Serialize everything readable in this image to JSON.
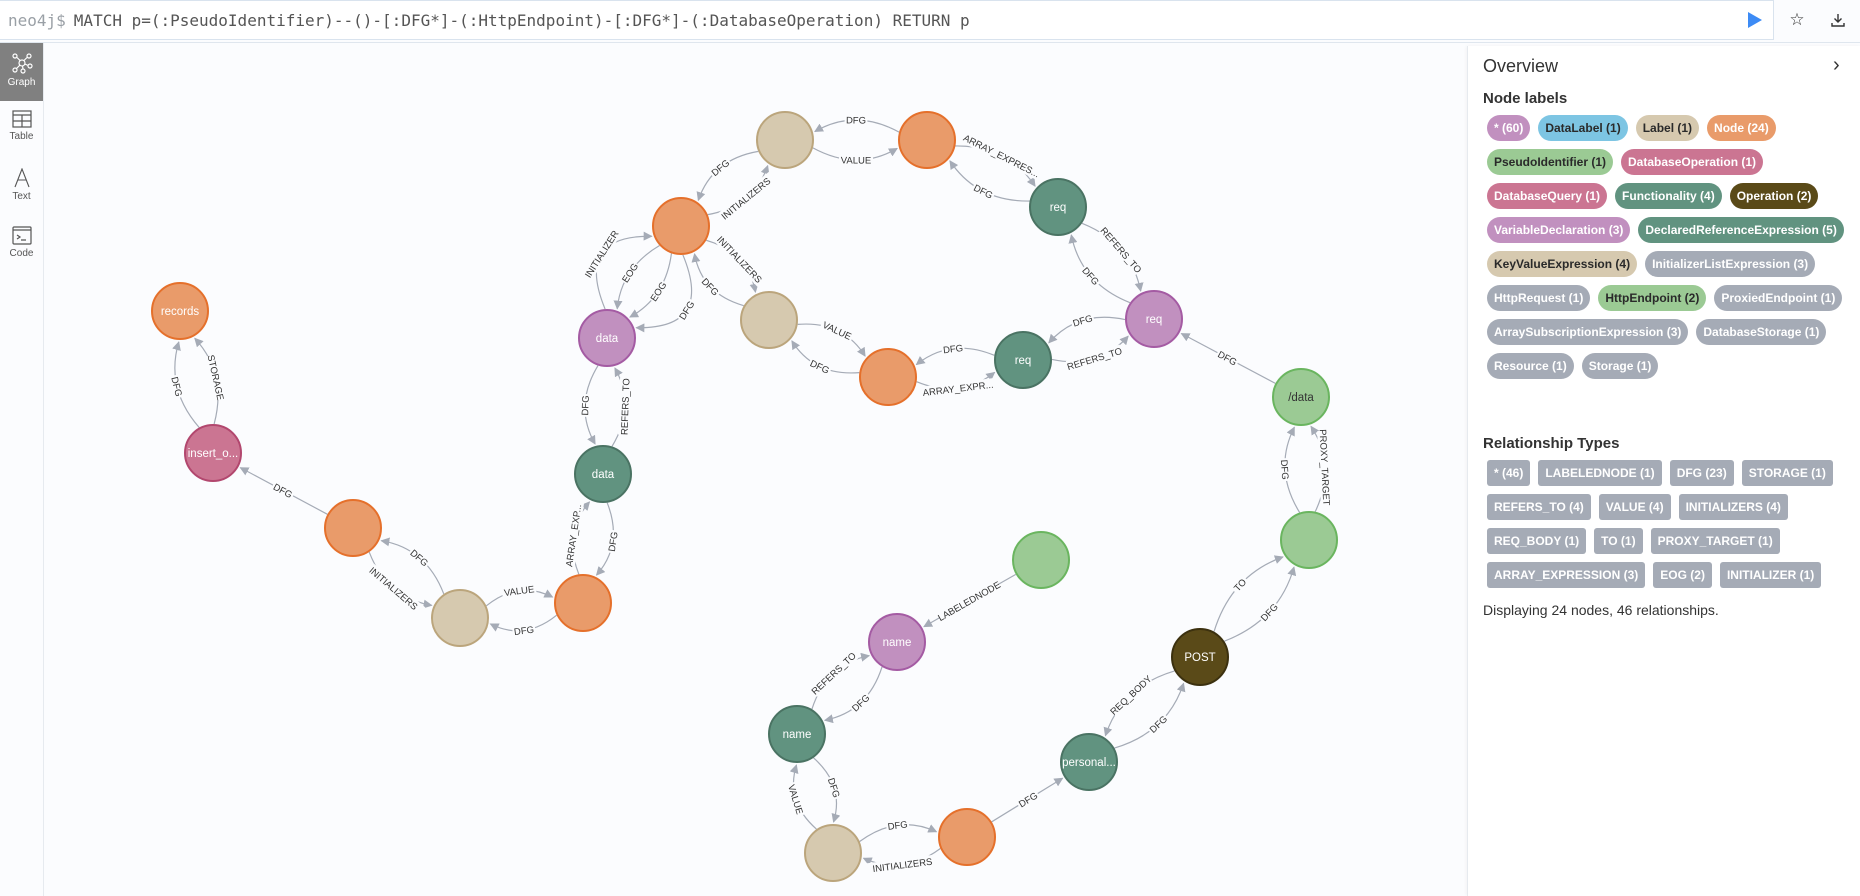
{
  "query": {
    "prompt": "neo4j$",
    "text": "MATCH p=(:PseudoIdentifier)--()-[:DFG*]-(:HttpEndpoint)-[:DFG*]-(:DatabaseOperation) RETURN p",
    "run_icon": "play-icon",
    "favorite_icon": "star-icon",
    "download_icon": "download-icon"
  },
  "sidebar": {
    "items": [
      {
        "label": "Graph",
        "icon": "graph-icon",
        "active": true
      },
      {
        "label": "Table",
        "icon": "table-icon"
      },
      {
        "label": "Text",
        "icon": "text-icon"
      },
      {
        "label": "Code",
        "icon": "code-icon"
      }
    ]
  },
  "panel": {
    "title": "Overview",
    "node_labels_heading": "Node labels",
    "node_labels": [
      {
        "text": "* (60)",
        "bg": "#c190bf",
        "fg": "#ffffff"
      },
      {
        "text": "DataLabel (1)",
        "bg": "#7dc5e3",
        "fg": "#2a2a2a"
      },
      {
        "text": "Label (1)",
        "bg": "#d6c9af",
        "fg": "#2a2a2a"
      },
      {
        "text": "Node (24)",
        "bg": "#e99b6a",
        "fg": "#ffffff"
      },
      {
        "text": "PseudoIdentifier (1)",
        "bg": "#9bca94",
        "fg": "#2a2a2a"
      },
      {
        "text": "DatabaseOperation (1)",
        "bg": "#cb7592",
        "fg": "#ffffff"
      },
      {
        "text": "DatabaseQuery (1)",
        "bg": "#cb7592",
        "fg": "#ffffff"
      },
      {
        "text": "Functionality (4)",
        "bg": "#619380",
        "fg": "#ffffff"
      },
      {
        "text": "Operation (2)",
        "bg": "#5a4a18",
        "fg": "#ffffff"
      },
      {
        "text": "VariableDeclaration (3)",
        "bg": "#c190bf",
        "fg": "#ffffff"
      },
      {
        "text": "DeclaredReferenceExpression (5)",
        "bg": "#619380",
        "fg": "#ffffff"
      },
      {
        "text": "KeyValueExpression (4)",
        "bg": "#d6c9af",
        "fg": "#2a2a2a"
      },
      {
        "text": "InitializerListExpression (3)",
        "bg": "#a5abb6",
        "fg": "#ffffff"
      },
      {
        "text": "HttpRequest (1)",
        "bg": "#a5abb6",
        "fg": "#ffffff"
      },
      {
        "text": "HttpEndpoint (2)",
        "bg": "#9bca94",
        "fg": "#2a2a2a"
      },
      {
        "text": "ProxiedEndpoint (1)",
        "bg": "#a5abb6",
        "fg": "#ffffff"
      },
      {
        "text": "ArraySubscriptionExpression (3)",
        "bg": "#a5abb6",
        "fg": "#ffffff"
      },
      {
        "text": "DatabaseStorage (1)",
        "bg": "#a5abb6",
        "fg": "#ffffff"
      },
      {
        "text": "Resource (1)",
        "bg": "#a5abb6",
        "fg": "#ffffff"
      },
      {
        "text": "Storage (1)",
        "bg": "#a5abb6",
        "fg": "#ffffff"
      }
    ],
    "rel_types_heading": "Relationship Types",
    "rel_types": [
      "* (46)",
      "LABELEDNODE (1)",
      "DFG (23)",
      "STORAGE (1)",
      "REFERS_TO (4)",
      "VALUE (4)",
      "INITIALIZERS (4)",
      "REQ_BODY (1)",
      "TO (1)",
      "PROXY_TARGET (1)",
      "ARRAY_EXPRESSION (3)",
      "EOG (2)",
      "INITIALIZER (1)"
    ],
    "summary": "Displaying 24 nodes, 46 relationships."
  },
  "styles": {
    "orange": {
      "fill": "#e99b6a",
      "stroke": "#e5702b",
      "text": "#ffffff"
    },
    "tan": {
      "fill": "#d6c9af",
      "stroke": "#bba57c",
      "text": "#333333"
    },
    "green": {
      "fill": "#619380",
      "stroke": "#4a7363",
      "text": "#ffffff"
    },
    "pink": {
      "fill": "#c190bf",
      "stroke": "#a45ba3",
      "text": "#ffffff"
    },
    "lightgreen": {
      "fill": "#9bca94",
      "stroke": "#6ab55f",
      "text": "#333333"
    },
    "crimson": {
      "fill": "#cb7592",
      "stroke": "#b2476e",
      "text": "#ffffff"
    },
    "brown": {
      "fill": "#5a4a18",
      "stroke": "#3c310f",
      "text": "#ffffff"
    },
    "edge": "#a5abb6"
  },
  "graph": {
    "nodes": [
      {
        "id": 1,
        "caption": "records",
        "style": "orange"
      },
      {
        "id": 2,
        "caption": "insert_o...",
        "style": "crimson"
      },
      {
        "id": 3,
        "caption": "",
        "style": "orange"
      },
      {
        "id": 4,
        "caption": "",
        "style": "tan"
      },
      {
        "id": 5,
        "caption": "",
        "style": "orange"
      },
      {
        "id": 6,
        "caption": "data",
        "style": "green"
      },
      {
        "id": 7,
        "caption": "data",
        "style": "pink"
      },
      {
        "id": 8,
        "caption": "",
        "style": "orange"
      },
      {
        "id": 9,
        "caption": "",
        "style": "tan"
      },
      {
        "id": 10,
        "caption": "",
        "style": "orange"
      },
      {
        "id": 11,
        "caption": "req",
        "style": "green"
      },
      {
        "id": 12,
        "caption": "req",
        "style": "pink"
      },
      {
        "id": 13,
        "caption": "req",
        "style": "green"
      },
      {
        "id": 14,
        "caption": "",
        "style": "orange"
      },
      {
        "id": 15,
        "caption": "",
        "style": "tan"
      },
      {
        "id": 16,
        "caption": "/data",
        "style": "lightgreen"
      },
      {
        "id": 17,
        "caption": "",
        "style": "lightgreen"
      },
      {
        "id": 18,
        "caption": "POST",
        "style": "brown"
      },
      {
        "id": 19,
        "caption": "personal...",
        "style": "green"
      },
      {
        "id": 20,
        "caption": "",
        "style": "orange"
      },
      {
        "id": 21,
        "caption": "",
        "style": "tan"
      },
      {
        "id": 22,
        "caption": "name",
        "style": "green"
      },
      {
        "id": 23,
        "caption": "name",
        "style": "pink"
      },
      {
        "id": 24,
        "caption": "",
        "style": "lightgreen"
      }
    ],
    "edges": [
      {
        "s": 2,
        "t": 1,
        "label": "STORAGE"
      },
      {
        "s": 2,
        "t": 1,
        "label": "DFG"
      },
      {
        "s": 3,
        "t": 2,
        "label": "DFG"
      },
      {
        "s": 4,
        "t": 3,
        "label": "DFG"
      },
      {
        "s": 3,
        "t": 4,
        "label": "INITIALIZERS"
      },
      {
        "s": 4,
        "t": 5,
        "label": "VALUE"
      },
      {
        "s": 5,
        "t": 4,
        "label": "DFG"
      },
      {
        "s": 5,
        "t": 6,
        "label": "ARRAY_EXP..."
      },
      {
        "s": 6,
        "t": 5,
        "label": "DFG"
      },
      {
        "s": 7,
        "t": 6,
        "label": "DFG"
      },
      {
        "s": 6,
        "t": 7,
        "label": "REFERS_TO"
      },
      {
        "s": 7,
        "t": 8,
        "label": "INITIALIZER"
      },
      {
        "s": 8,
        "t": 7,
        "label": "EOG"
      },
      {
        "s": 8,
        "t": 7,
        "label": "EOG"
      },
      {
        "s": 8,
        "t": 7,
        "label": "DFG"
      },
      {
        "s": 9,
        "t": 8,
        "label": "DFG"
      },
      {
        "s": 8,
        "t": 9,
        "label": "INITIALIZERS"
      },
      {
        "s": 10,
        "t": 9,
        "label": "DFG"
      },
      {
        "s": 9,
        "t": 10,
        "label": "VALUE"
      },
      {
        "s": 10,
        "t": 11,
        "label": "ARRAY_EXPRES..."
      },
      {
        "s": 11,
        "t": 10,
        "label": "DFG"
      },
      {
        "s": 11,
        "t": 12,
        "label": "REFERS_TO"
      },
      {
        "s": 12,
        "t": 11,
        "label": "DFG"
      },
      {
        "s": 8,
        "t": 15,
        "label": "INITIALIZERS"
      },
      {
        "s": 15,
        "t": 8,
        "label": "DFG"
      },
      {
        "s": 14,
        "t": 15,
        "label": "DFG"
      },
      {
        "s": 15,
        "t": 14,
        "label": "VALUE"
      },
      {
        "s": 14,
        "t": 13,
        "label": "ARRAY_EXPR..."
      },
      {
        "s": 13,
        "t": 14,
        "label": "DFG"
      },
      {
        "s": 13,
        "t": 12,
        "label": "REFERS_TO"
      },
      {
        "s": 12,
        "t": 13,
        "label": "DFG"
      },
      {
        "s": 16,
        "t": 12,
        "label": "DFG"
      },
      {
        "s": 17,
        "t": 16,
        "label": "PROXY_TARGET"
      },
      {
        "s": 17,
        "t": 16,
        "label": "DFG"
      },
      {
        "s": 18,
        "t": 17,
        "label": "DFG"
      },
      {
        "s": 18,
        "t": 17,
        "label": "TO"
      },
      {
        "s": 19,
        "t": 18,
        "label": "DFG"
      },
      {
        "s": 18,
        "t": 19,
        "label": "REQ_BODY"
      },
      {
        "s": 20,
        "t": 19,
        "label": "DFG"
      },
      {
        "s": 20,
        "t": 21,
        "label": "INITIALIZERS"
      },
      {
        "s": 21,
        "t": 20,
        "label": "DFG"
      },
      {
        "s": 21,
        "t": 22,
        "label": "VALUE"
      },
      {
        "s": 22,
        "t": 21,
        "label": "DFG"
      },
      {
        "s": 22,
        "t": 23,
        "label": "REFERS_TO"
      },
      {
        "s": 23,
        "t": 22,
        "label": "DFG"
      },
      {
        "s": 24,
        "t": 23,
        "label": "LABELEDNODE"
      }
    ]
  }
}
